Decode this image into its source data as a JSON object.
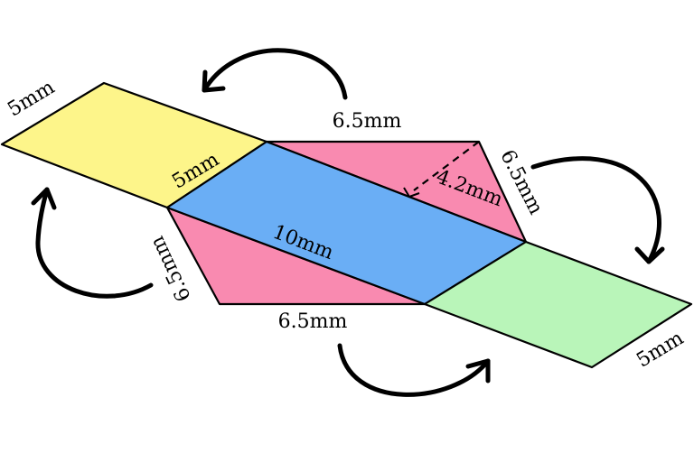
{
  "colors": {
    "yellow_face": "#fdf58a",
    "blue_face": "#6aaef5",
    "pink_face": "#f98ab0",
    "green_face": "#b9f5b9"
  },
  "labels": {
    "yellow_outer": "5mm",
    "yellow_inner": "5mm",
    "top_triangle_base": "6.5mm",
    "top_triangle_side": "6.5mm",
    "height": "4.2mm",
    "blue_length": "10mm",
    "bottom_triangle_side": "6.5mm",
    "bottom_triangle_base": "6.5mm",
    "green_outer": "5mm"
  },
  "icons": [
    "curved-arrow-icon",
    "curved-arrow-icon",
    "curved-arrow-icon",
    "curved-arrow-icon"
  ]
}
